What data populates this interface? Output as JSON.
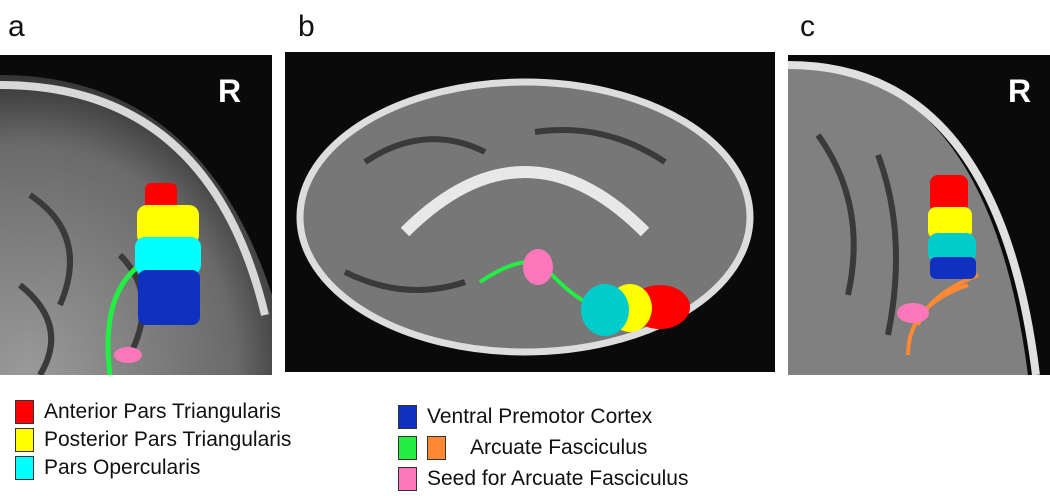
{
  "panels": [
    {
      "label": "a",
      "marker": "R"
    },
    {
      "label": "b"
    },
    {
      "label": "c",
      "marker": "R"
    }
  ],
  "colors": {
    "anterior_pt": "#ff0000",
    "posterior_pt": "#ffff00",
    "pars_op": "#00ffff",
    "vpmc": "#1030c0",
    "af_green": "#22ee44",
    "af_orange": "#ff8833",
    "seed": "#ff77bb"
  },
  "legend": [
    {
      "label": "Anterior Pars Triangularis",
      "color": "#ff0000"
    },
    {
      "label": "Posterior Pars Triangularis",
      "color": "#ffff00"
    },
    {
      "label": "Pars Opercularis",
      "color": "#00ffff"
    },
    {
      "label": "Ventral Premotor Cortex",
      "color": "#1030c0"
    },
    {
      "label": "Arcuate Fasciculus",
      "color": "#22ee44",
      "color2": "#ff8833"
    },
    {
      "label": "Seed for Arcuate Fasciculus",
      "color": "#ff77bb"
    }
  ]
}
